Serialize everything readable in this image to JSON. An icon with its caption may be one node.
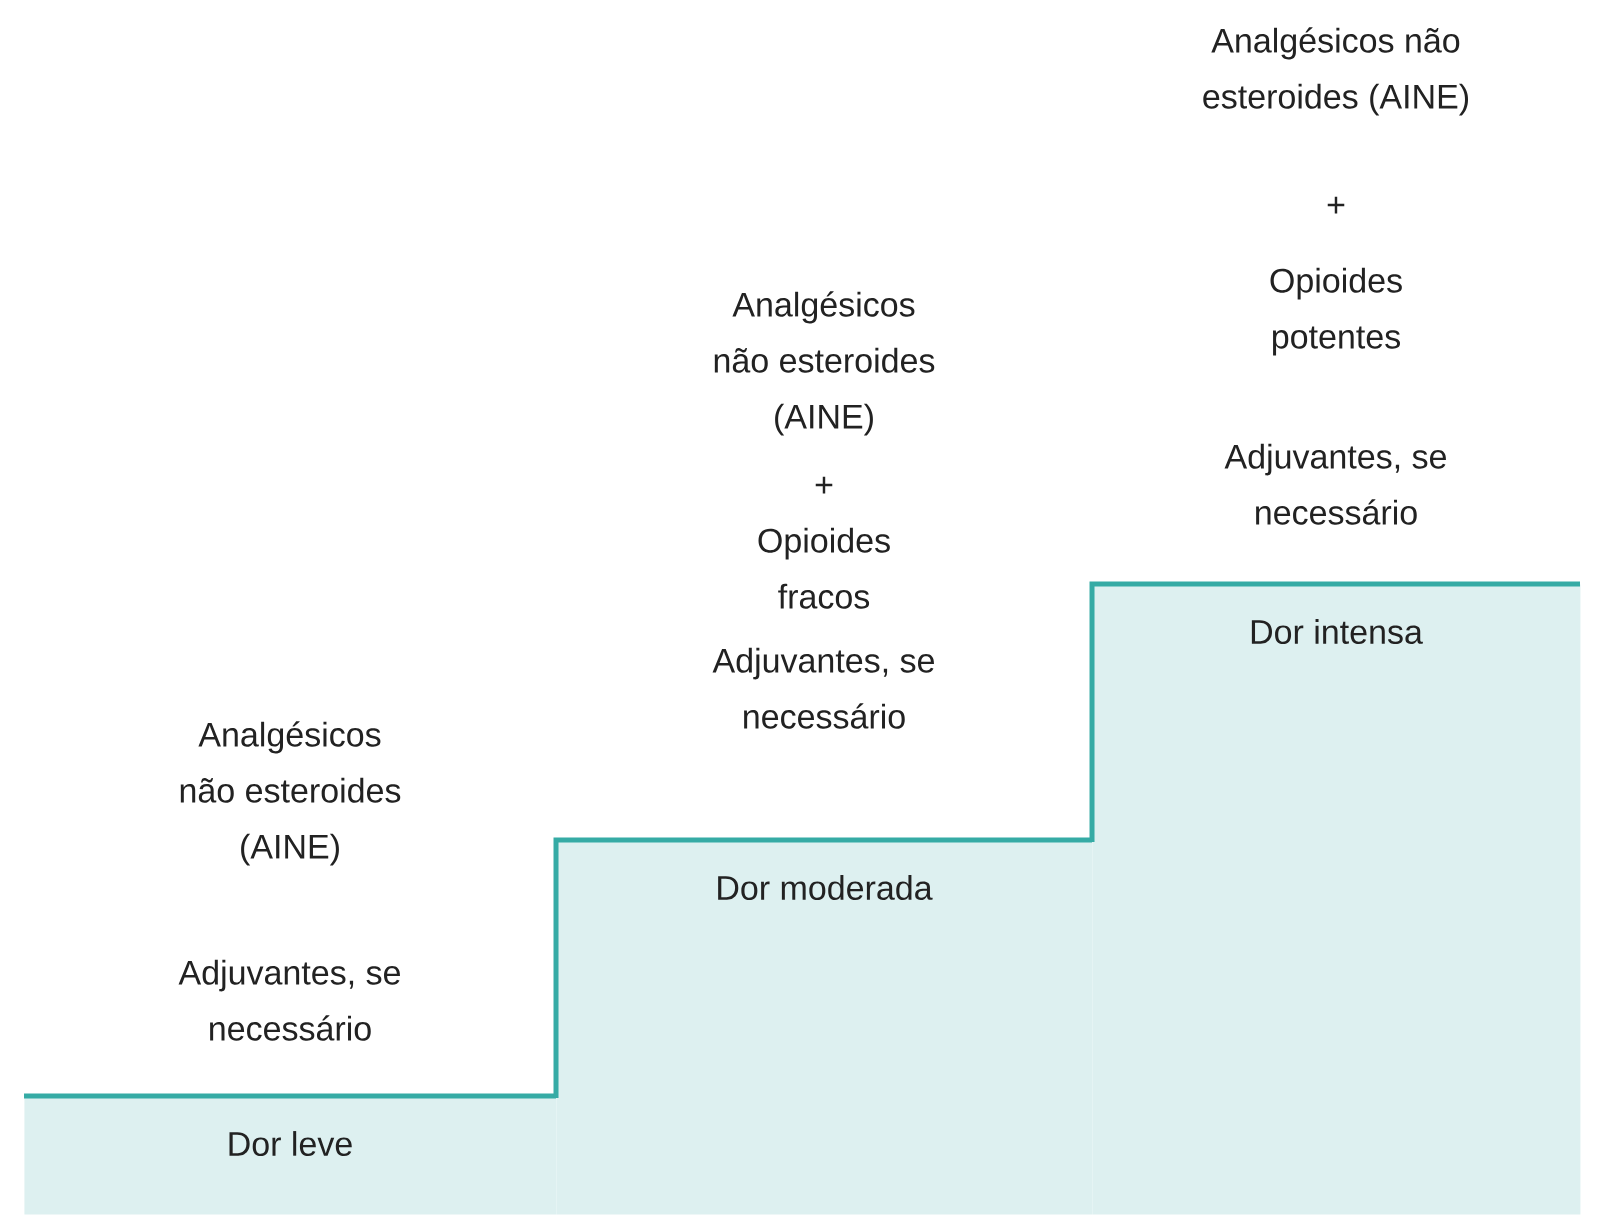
{
  "diagram": {
    "nodes": [
      {
        "text": [
          "Dor leve"
        ],
        "beside": [
          "Analgésicos não esteroides (AINE)",
          "Adjuvantes, se necessário"
        ]
      },
      {
        "text": [
          "Dor moderada"
        ],
        "beside": [
          "Analgésicos não esteroides (AINE)",
          "+",
          "Opioides fracos",
          "Adjuvantes, se necessário"
        ]
      },
      {
        "text": [
          "Dor intensa"
        ],
        "beside": [
          "Analgésicos não esteroides (AINE)",
          "+",
          "Opioides potentes",
          "Adjuvantes, se necessário"
        ]
      }
    ]
  }
}
